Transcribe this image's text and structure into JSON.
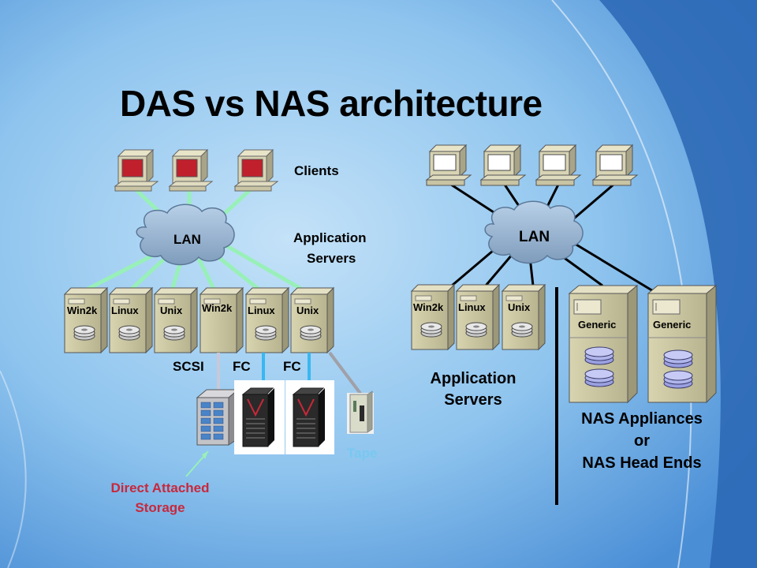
{
  "title": "DAS vs NAS architecture",
  "das_side": {
    "clients_label": "Clients",
    "lan_label": "LAN",
    "app_servers_label_line1": "Application",
    "app_servers_label_line2": "Servers",
    "servers": [
      "Win2k",
      "Linux",
      "Unix",
      "Win2k",
      "Linux",
      "Unix"
    ],
    "connections": [
      "SCSI",
      "FC",
      "FC"
    ],
    "tape_label": "Tape",
    "das_label_line1": "Direct Attached",
    "das_label_line2": "Storage"
  },
  "nas_side": {
    "lan_label": "LAN",
    "servers": [
      "Win2k",
      "Linux",
      "Unix"
    ],
    "app_servers_label_line1": "Application",
    "app_servers_label_line2": "Servers",
    "appliances": [
      "Generic",
      "Generic"
    ],
    "nas_label_line1": "NAS Appliances",
    "nas_label_line2": "or",
    "nas_label_line3": "NAS Head Ends"
  },
  "colors": {
    "background_light": "#a8d2f2",
    "background_dark": "#1e5aa8",
    "das_link": "#98f0b8",
    "nas_link": "#000000",
    "fc_link": "#38b8f0",
    "das_label": "#c8283c"
  }
}
